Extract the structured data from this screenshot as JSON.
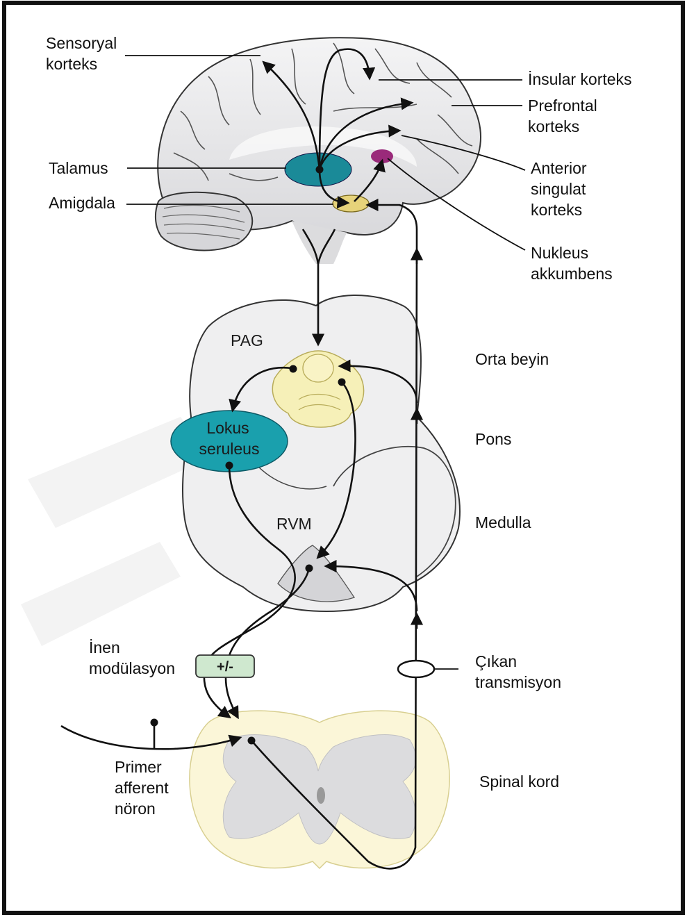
{
  "labels": {
    "sensoryal_korteks": [
      "Sensoryal",
      "korteks"
    ],
    "insular_korteks": "İnsular korteks",
    "prefrontal_korteks": [
      "Prefrontal",
      "korteks"
    ],
    "talamus": "Talamus",
    "amigdala": "Amigdala",
    "anterior_singulat": [
      "Anterior",
      "singulat",
      "korteks"
    ],
    "nukleus_akkumbens": [
      "Nukleus",
      "akkumbens"
    ],
    "pag": "PAG",
    "orta_beyin": "Orta beyin",
    "lokus_seruleus": [
      "Lokus",
      "seruleus"
    ],
    "pons": "Pons",
    "rvm": "RVM",
    "medulla": "Medulla",
    "inen_modulasyon": [
      "İnen",
      "modülasyon"
    ],
    "plus_minus": "+/-",
    "cikan_transmisyon": [
      "Çıkan",
      "transmisyon"
    ],
    "primer_afferent": [
      "Primer",
      "afferent",
      "nöron"
    ],
    "spinal_kord": "Spinal kord"
  },
  "colors": {
    "talamus": "#1a8a98",
    "lokus": "#1aa0ad",
    "nukleus": "#9a2a7a",
    "amigdala": "#e6d37a",
    "pag": "#f6f0b8",
    "plus_minus_box": "#cfe8cf",
    "brain_fill": "#e9e9eb",
    "brainstem_fill": "#efeff0",
    "cord_outer": "#fbf6d8",
    "cord_grey": "#dcdcde"
  }
}
